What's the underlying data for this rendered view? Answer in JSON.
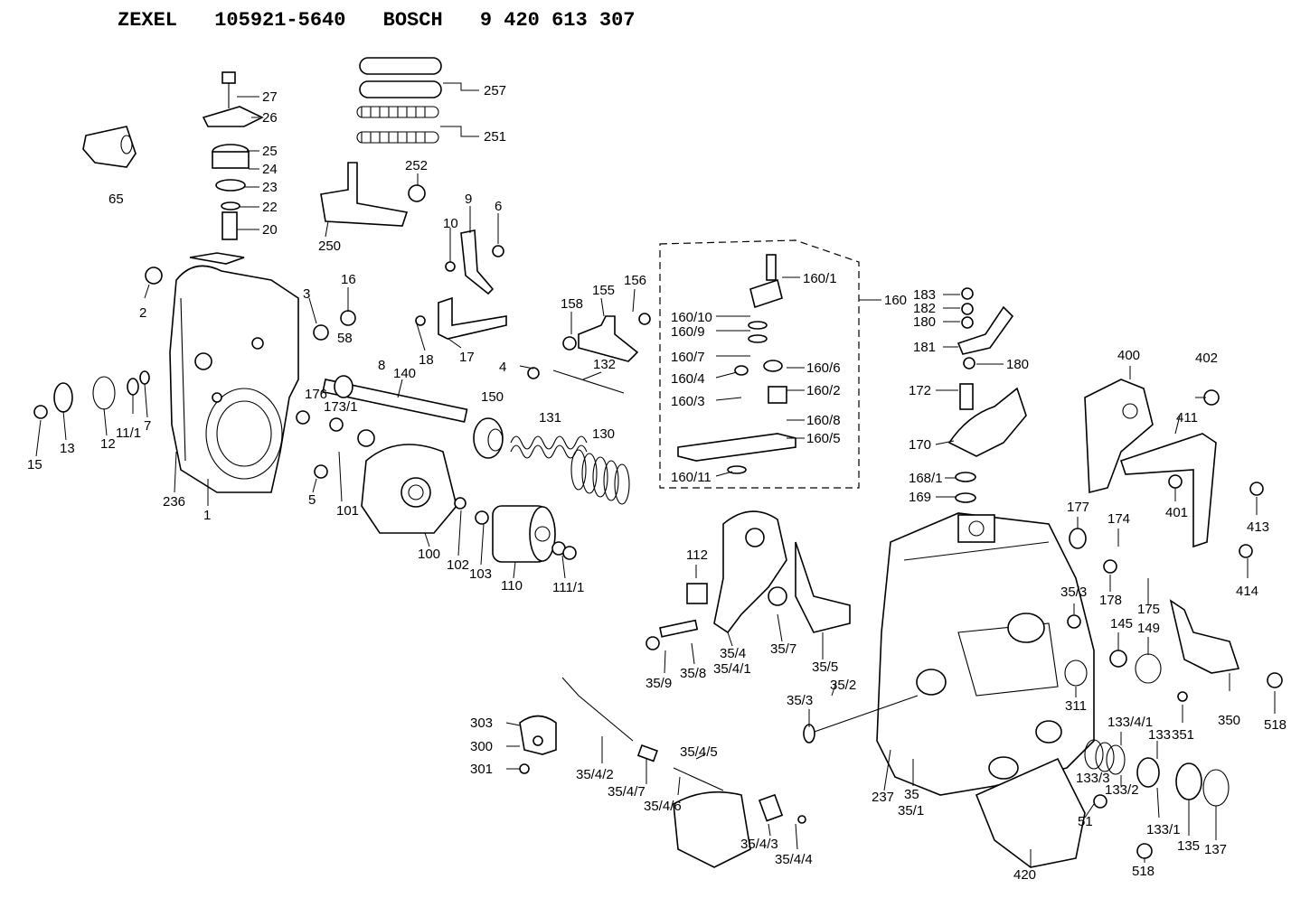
{
  "header": {
    "maker1": "ZEXEL",
    "number1": "105921-5640",
    "maker2": "BOSCH",
    "number2": "9 420 613 307"
  },
  "parts": [
    {
      "id": "p27",
      "label": "27"
    },
    {
      "id": "p26",
      "label": "26"
    },
    {
      "id": "p25",
      "label": "25"
    },
    {
      "id": "p24",
      "label": "24"
    },
    {
      "id": "p23",
      "label": "23"
    },
    {
      "id": "p22",
      "label": "22"
    },
    {
      "id": "p20",
      "label": "20"
    },
    {
      "id": "p65",
      "label": "65"
    },
    {
      "id": "p257",
      "label": "257"
    },
    {
      "id": "p251",
      "label": "251"
    },
    {
      "id": "p252",
      "label": "252"
    },
    {
      "id": "p250",
      "label": "250"
    },
    {
      "id": "p10",
      "label": "10"
    },
    {
      "id": "p9",
      "label": "9"
    },
    {
      "id": "p6",
      "label": "6"
    },
    {
      "id": "p2",
      "label": "2"
    },
    {
      "id": "p3",
      "label": "3"
    },
    {
      "id": "p16",
      "label": "16"
    },
    {
      "id": "p58",
      "label": "58"
    },
    {
      "id": "p8",
      "label": "8"
    },
    {
      "id": "p18",
      "label": "18"
    },
    {
      "id": "p17",
      "label": "17"
    },
    {
      "id": "p158",
      "label": "158"
    },
    {
      "id": "p155",
      "label": "155"
    },
    {
      "id": "p156",
      "label": "156"
    },
    {
      "id": "p4",
      "label": "4"
    },
    {
      "id": "p132",
      "label": "132"
    },
    {
      "id": "p140",
      "label": "140"
    },
    {
      "id": "p176",
      "label": "176"
    },
    {
      "id": "p173_1",
      "label": "173/1"
    },
    {
      "id": "p150",
      "label": "150"
    },
    {
      "id": "p131",
      "label": "131"
    },
    {
      "id": "p130",
      "label": "130"
    },
    {
      "id": "p15",
      "label": "15"
    },
    {
      "id": "p13",
      "label": "13"
    },
    {
      "id": "p12",
      "label": "12"
    },
    {
      "id": "p11_1",
      "label": "11/1"
    },
    {
      "id": "p7",
      "label": "7"
    },
    {
      "id": "p236",
      "label": "236"
    },
    {
      "id": "p1",
      "label": "1"
    },
    {
      "id": "p5",
      "label": "5"
    },
    {
      "id": "p101",
      "label": "101"
    },
    {
      "id": "p100",
      "label": "100"
    },
    {
      "id": "p102",
      "label": "102"
    },
    {
      "id": "p103",
      "label": "103"
    },
    {
      "id": "p110",
      "label": "110"
    },
    {
      "id": "p111_1",
      "label": "111/1"
    },
    {
      "id": "p160_1",
      "label": "160/1"
    },
    {
      "id": "p160",
      "label": "160"
    },
    {
      "id": "p160_10",
      "label": "160/10"
    },
    {
      "id": "p160_9",
      "label": "160/9"
    },
    {
      "id": "p160_7",
      "label": "160/7"
    },
    {
      "id": "p160_6",
      "label": "160/6"
    },
    {
      "id": "p160_4",
      "label": "160/4"
    },
    {
      "id": "p160_2",
      "label": "160/2"
    },
    {
      "id": "p160_3",
      "label": "160/3"
    },
    {
      "id": "p160_8",
      "label": "160/8"
    },
    {
      "id": "p160_5",
      "label": "160/5"
    },
    {
      "id": "p160_11",
      "label": "160/11"
    },
    {
      "id": "p183",
      "label": "183"
    },
    {
      "id": "p182",
      "label": "182"
    },
    {
      "id": "p180a",
      "label": "180"
    },
    {
      "id": "p181",
      "label": "181"
    },
    {
      "id": "p180b",
      "label": "180"
    },
    {
      "id": "p172",
      "label": "172"
    },
    {
      "id": "p170",
      "label": "170"
    },
    {
      "id": "p168_1",
      "label": "168/1"
    },
    {
      "id": "p169",
      "label": "169"
    },
    {
      "id": "p400",
      "label": "400"
    },
    {
      "id": "p402",
      "label": "402"
    },
    {
      "id": "p411",
      "label": "411"
    },
    {
      "id": "p401",
      "label": "401"
    },
    {
      "id": "p413",
      "label": "413"
    },
    {
      "id": "p414",
      "label": "414"
    },
    {
      "id": "p177",
      "label": "177"
    },
    {
      "id": "p174",
      "label": "174"
    },
    {
      "id": "p178",
      "label": "178"
    },
    {
      "id": "p175",
      "label": "175"
    },
    {
      "id": "p35_3a",
      "label": "35/3"
    },
    {
      "id": "p145",
      "label": "145"
    },
    {
      "id": "p149",
      "label": "149"
    },
    {
      "id": "p112",
      "label": "112"
    },
    {
      "id": "p35_4",
      "label": "35/4"
    },
    {
      "id": "p35_4_1",
      "label": "35/4/1"
    },
    {
      "id": "p35_7",
      "label": "35/7"
    },
    {
      "id": "p35_5",
      "label": "35/5"
    },
    {
      "id": "p35_9",
      "label": "35/9"
    },
    {
      "id": "p35_8",
      "label": "35/8"
    },
    {
      "id": "p35_2",
      "label": "35/2"
    },
    {
      "id": "p35_3b",
      "label": "35/3"
    },
    {
      "id": "p311",
      "label": "311"
    },
    {
      "id": "p350",
      "label": "350"
    },
    {
      "id": "p518a",
      "label": "518"
    },
    {
      "id": "p351",
      "label": "351"
    },
    {
      "id": "p133_4_1",
      "label": "133/4/1"
    },
    {
      "id": "p133",
      "label": "133"
    },
    {
      "id": "p133_3",
      "label": "133/3"
    },
    {
      "id": "p133_2",
      "label": "133/2"
    },
    {
      "id": "p133_1",
      "label": "133/1"
    },
    {
      "id": "p135",
      "label": "135"
    },
    {
      "id": "p137",
      "label": "137"
    },
    {
      "id": "p51",
      "label": "51"
    },
    {
      "id": "p518b",
      "label": "518"
    },
    {
      "id": "p420",
      "label": "420"
    },
    {
      "id": "p237",
      "label": "237"
    },
    {
      "id": "p35",
      "label": "35"
    },
    {
      "id": "p35_1",
      "label": "35/1"
    },
    {
      "id": "p303",
      "label": "303"
    },
    {
      "id": "p300",
      "label": "300"
    },
    {
      "id": "p301",
      "label": "301"
    },
    {
      "id": "p35_4_2",
      "label": "35/4/2"
    },
    {
      "id": "p35_4_7",
      "label": "35/4/7"
    },
    {
      "id": "p35_4_5",
      "label": "35/4/5"
    },
    {
      "id": "p35_4_6",
      "label": "35/4/6"
    },
    {
      "id": "p35_4_3",
      "label": "35/4/3"
    },
    {
      "id": "p35_4_4",
      "label": "35/4/4"
    }
  ]
}
